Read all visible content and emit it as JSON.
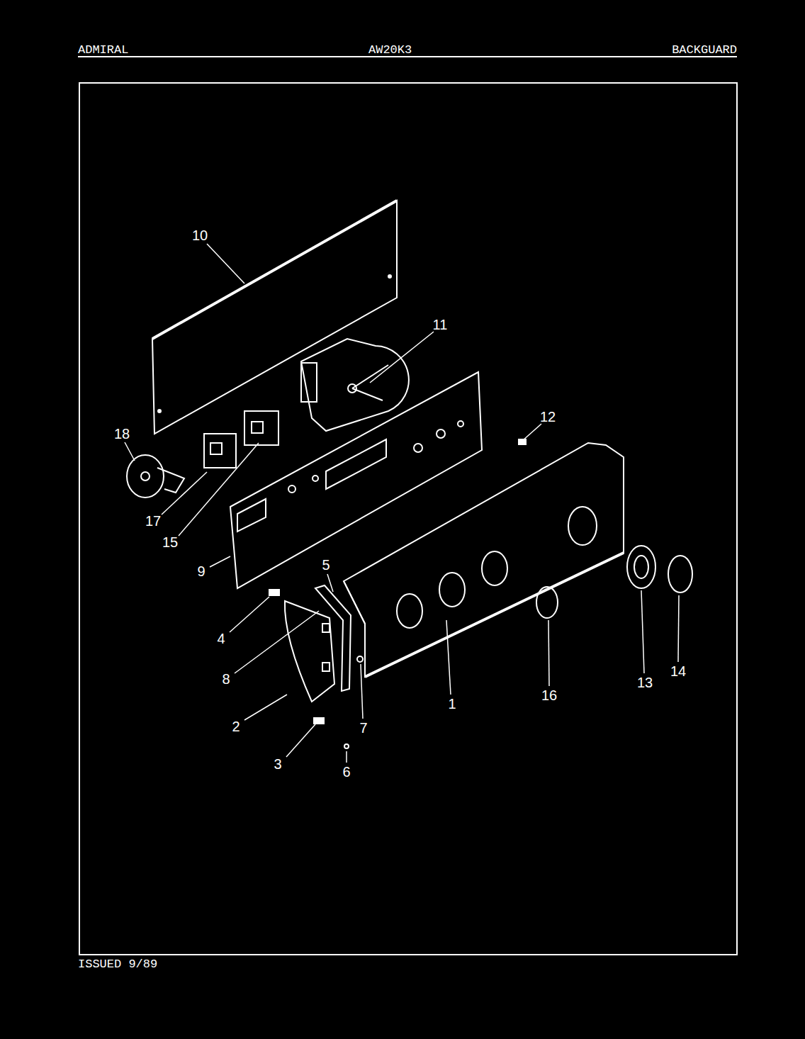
{
  "diagram": {
    "labels": [
      "ADMIRAL",
      "AW20K3",
      "BACKGUARD",
      "10",
      "11",
      "18",
      "12",
      "17",
      "15",
      "9",
      "5",
      "4",
      "8",
      "1",
      "16",
      "13",
      "14",
      "2",
      "7",
      "3",
      "6",
      "ISSUED 9/89"
    ]
  }
}
